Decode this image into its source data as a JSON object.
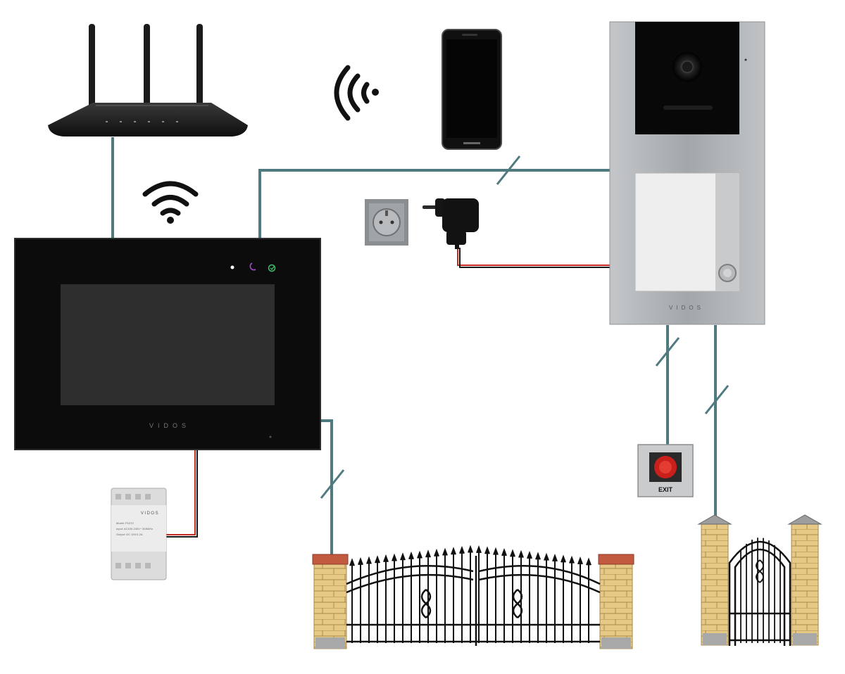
{
  "brand": "VIDOS",
  "exit_button": {
    "label": "EXIT"
  },
  "psu": {
    "brand": "VIDOS",
    "lines": [
      "Model: P1070",
      "Input: AC100-240V~ 50/60Hz",
      "Output: DC 15V/1.2A"
    ]
  },
  "colors": {
    "signal_wire": "#4f7a80",
    "power_wire_red": "#c82820",
    "power_wire_black": "#1a1a1a",
    "device_black": "#0c0c0c",
    "panel_silver": "#a7abad",
    "brick": "#e3c47e",
    "cap": "#c25a40"
  },
  "icons": [
    "router-icon",
    "wifi-icon",
    "smartphone-icon",
    "wall-socket-icon",
    "power-adapter-icon",
    "din-power-supply-icon",
    "exit-button-icon",
    "gate-icon",
    "wicket-gate-icon"
  ]
}
